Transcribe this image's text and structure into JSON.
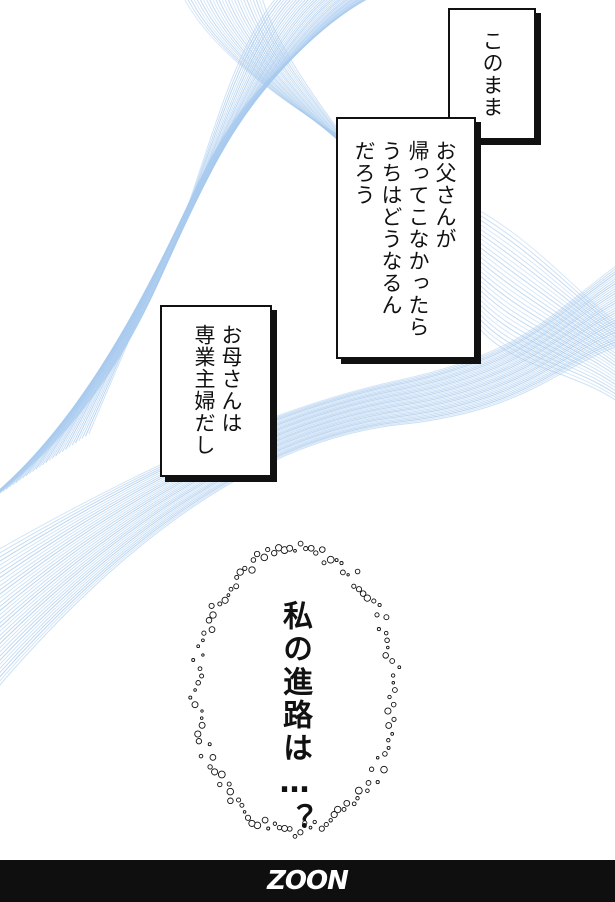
{
  "panel": {
    "caption_1": "このまま",
    "caption_2": "お父さんが\n帰ってこなかったら\nうちはどうなるん\nだろう",
    "caption_3": "お母さんは\n専業主婦だし",
    "thought": "私の進路は…？"
  },
  "footer": {
    "logo": "ZOON"
  },
  "colors": {
    "wave_line": "#a9cbee",
    "ink": "#111111",
    "footer_bg": "#0f0f0f"
  }
}
